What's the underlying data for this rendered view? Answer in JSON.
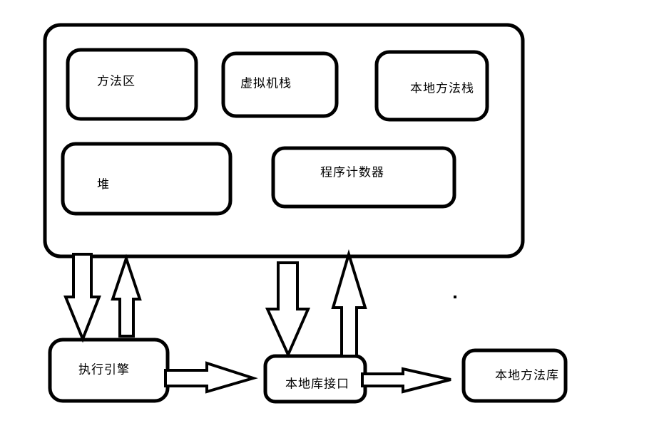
{
  "diagram": {
    "description_kind": "flow-diagram",
    "colors": {
      "background": "#ffffff",
      "stroke": "#000000",
      "text": "#000000"
    },
    "nodes": {
      "runtime_data_area": {
        "label": ""
      },
      "method_area": {
        "label": "方法区"
      },
      "vm_stack": {
        "label": "虚拟机栈"
      },
      "native_method_stack": {
        "label": "本地方法栈"
      },
      "heap": {
        "label": "堆"
      },
      "program_counter": {
        "label": "程序计数器"
      },
      "execution_engine": {
        "label": "执行引擎"
      },
      "native_library_interface": {
        "label": "本地库接口"
      },
      "native_method_library": {
        "label": "本地方法库"
      }
    },
    "arrows": [
      {
        "name": "runtime-area-to-execution-engine",
        "direction": "down"
      },
      {
        "name": "execution-engine-to-runtime-area",
        "direction": "up"
      },
      {
        "name": "runtime-area-to-native-library-interface",
        "direction": "down"
      },
      {
        "name": "native-library-interface-to-runtime-area",
        "direction": "up"
      },
      {
        "name": "execution-engine-to-native-library-interface",
        "direction": "right"
      },
      {
        "name": "native-library-interface-to-native-method-library",
        "direction": "right"
      }
    ]
  }
}
